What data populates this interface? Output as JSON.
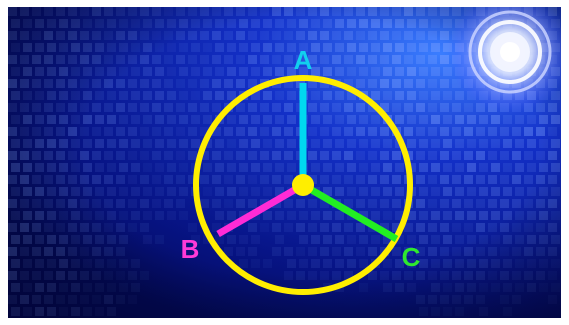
{
  "diagram": {
    "labels": {
      "a": "A",
      "b": "B",
      "c": "C"
    },
    "colors": {
      "circle": "#ffee00",
      "hub": "#ffee00",
      "spoke_a": "#00d8f0",
      "spoke_b": "#ff2bd6",
      "spoke_c": "#22ee22",
      "label_a": "#12cfee",
      "label_b": "#ff3ad8",
      "label_c": "#2fe82f",
      "background_deep": "#030a5c",
      "background_light": "#2d6cff"
    },
    "spoke_angles_deg": {
      "a": 90,
      "b": 210,
      "c": 330
    },
    "decorations": [
      "mosaic-tile-wall",
      "disco-spotlight"
    ]
  }
}
